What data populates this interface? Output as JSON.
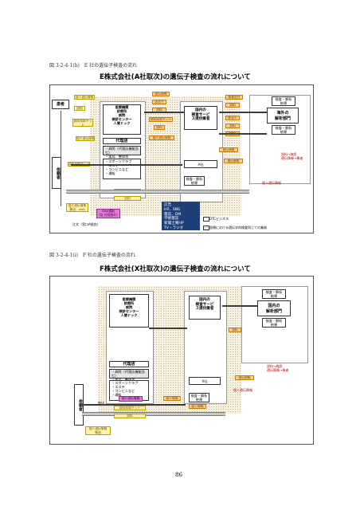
{
  "figE": {
    "caption": "図 3-2-4-1(h)　E 社の遺伝子検査の流れ",
    "title": "E株式会社(A社取次)の遺伝子検査の流れについて",
    "patient": "患者",
    "client": "依頼者",
    "medical": "医療機関\n診療所\n病院\n検診センター\n人間ドック",
    "agency": "代理店",
    "agency_list1": "・病院（代理店機能含む）\n・薬局、整体等",
    "agency_list2": "・スポーツクラブ\n・エステ\n・コンビニなど\n・通販",
    "domestic": "国内の\n検査サービ\nス提供業者",
    "a_company": "A社",
    "domestic_result": "検査・解析\n結果",
    "overseas_result": "検査・解析\n結果",
    "overseas_lab": "海外の\n解析部門",
    "overseas_result2": "検査・解析\n結果",
    "ad": "広告\nHP、SNS\n雑誌、DM\n学術雑誌\n新聞土曜HP\nTV・ラジオ",
    "yellow_labels": [
      "個人遺伝情報",
      "試料",
      "試料採取キット\n検査受付情報",
      "個人遺伝情報",
      "試料採取キット",
      "試料採取キット",
      "試料",
      "個人遺伝情報\n郵送、web",
      "申込金"
    ],
    "orange_labels": [
      "遺伝情報",
      "送金キ",
      "試料",
      "試料採取キット",
      "試料",
      "個人遺伝情報",
      "検査受付",
      "試料",
      "郵送キ",
      "試料",
      "試料",
      "遺伝情報",
      "遺伝情報"
    ],
    "pink_label": "Web通販\n（店 社経由の）",
    "side_text": "試料→施設\n遺伝情報→患者",
    "personal_info": "個人遺伝情報",
    "dtc_label": "DTCビジネス",
    "medical_label": "医療における遺伝学的検査同じての業務",
    "footer_left": "注文（窓口A経由）"
  },
  "figF": {
    "caption": "図 3-2-4-1(i)　F 社の遺伝子検査の流れ",
    "title": "F株式会社(X社取次)の遺伝子検査の流れについて",
    "client": "依頼者",
    "medical": "医療機関\n診療所\n病院\n検診センター\n人間ドック",
    "agency": "代理店",
    "agency_list1": "・病院（代理店機能含む）\n・薬局、整体等",
    "agency_list2": "・スポーツクラブ\n・エステ\n・コンビニなど\n・通販",
    "domestic": "国内の\n検査サービ\nス提供業者",
    "x_company": "X社",
    "domestic_result": "検査・解析\n結果",
    "overseas_result": "検査・解析\n結果",
    "overseas_lab": "国内の\n解析部門",
    "overseas_result2": "検査・解析\n結果",
    "side_text": "試料→施設\n遺伝情報→患者",
    "sample": "試料",
    "genetic_info": "遺伝情報",
    "personal_info": "個人情報",
    "personal_info2": "個人遺伝情報",
    "apply": "申込",
    "kit": "試料採取キット",
    "kit_sample": "試料",
    "bottom_yellow": "個人遺伝情報\n郵送",
    "pink_label": "個人遺伝情報"
  },
  "page_number": "86"
}
